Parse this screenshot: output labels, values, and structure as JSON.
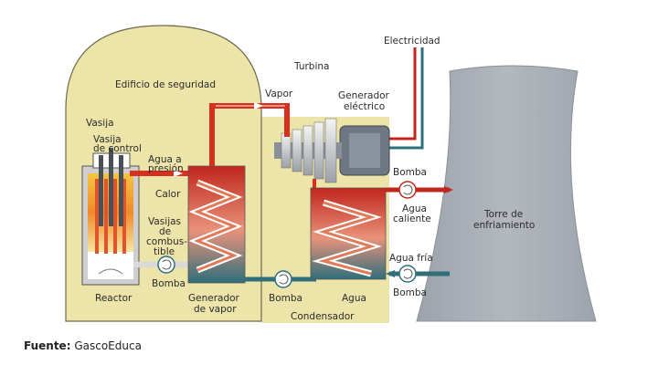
{
  "diagram": {
    "labels": {
      "electricidad": "Electricidad",
      "turbina": "Turbina",
      "vapor": "Vapor",
      "edificio": "Edificio de seguridad",
      "generador_electrico_1": "Generador",
      "generador_electrico_2": "eléctrico",
      "vasija": "Vasija",
      "vasija_control_1": "Vasija",
      "vasija_control_2": "de control",
      "agua_presion_1": "Agua a",
      "agua_presion_2": "presión",
      "calor": "Calor",
      "vasijas_comb_1": "Vasijas",
      "vasijas_comb_2": "de",
      "vasijas_comb_3": "combus-",
      "vasijas_comb_4": "tible",
      "bomba_reactor": "Bomba",
      "reactor": "Reactor",
      "gen_vapor_1": "Generador",
      "gen_vapor_2": "de vapor",
      "bomba_cond": "Bomba",
      "agua": "Agua",
      "condensador": "Condensador",
      "bomba_caliente": "Bomba",
      "agua_caliente_1": "Agua",
      "agua_caliente_2": "caliente",
      "agua_fria": "Agua fría",
      "bomba_fria": "Bomba",
      "torre_1": "Torre de",
      "torre_2": "enfriamiento"
    }
  },
  "source": {
    "label": "Fuente:",
    "value": "GascoEduca"
  },
  "colors": {
    "building": "#ece4a9",
    "building_stroke": "#5a5a3a",
    "hot_pipe": "#d8301e",
    "cold_pipe": "#2f6f7a",
    "tower": "#a7acb3"
  }
}
